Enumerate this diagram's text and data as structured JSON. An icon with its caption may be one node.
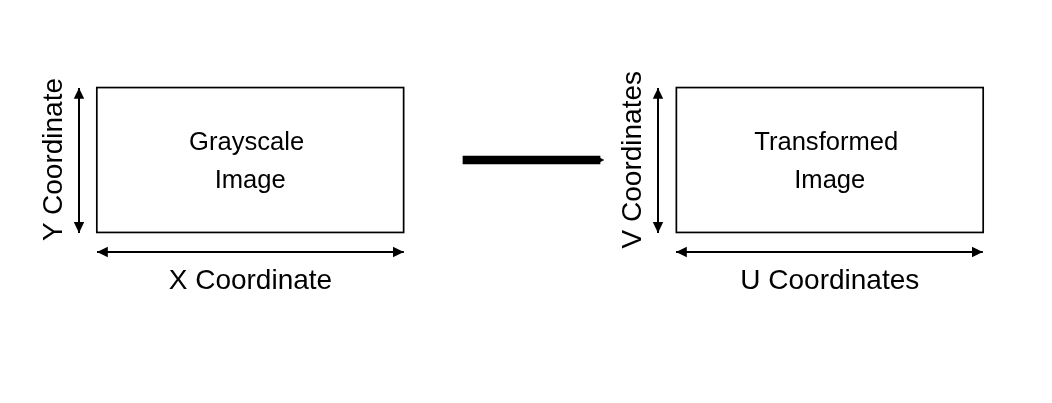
{
  "diagram": {
    "nodes": [
      {
        "text": [
          "Grayscale Image"
        ]
      },
      {
        "text": [
          "Transformed Image"
        ]
      }
    ],
    "edges": [
      {
        "from": 0,
        "to": 1,
        "arrow": "to"
      }
    ],
    "labels": [
      "Y Coordinate",
      "X Coordinate",
      "V Coordinates",
      "U Coordinates"
    ]
  }
}
